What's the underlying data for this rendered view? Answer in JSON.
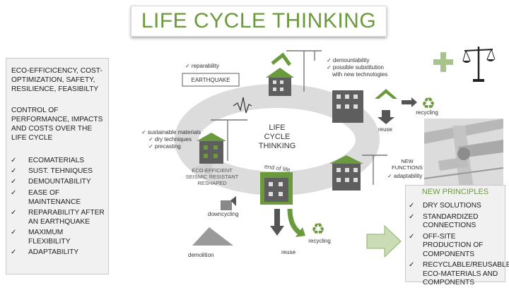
{
  "title": "LIFE CYCLE THINKING",
  "left_panel": {
    "heading1": "ECO-EFFICICENCY, COST-OPTIMIZATION, SAFETY, RESILIENCE, FEASIBILTY",
    "heading2": "CONTROL OF PERFORMANCE, IMPACTS AND COSTS OVER THE LIFE CYCLE",
    "check_symbol": "✓",
    "items": [
      "ECOMATERIALS",
      "SUST. TEHNIQUES",
      "DEMOUNTABILITY",
      "EASE OF MAINTENANCE",
      "REPARABILITY AFTER AN EARTHQUAKE",
      "MAXIMUM FLEXIBILITY",
      "ADAPTABILITY"
    ]
  },
  "diagram": {
    "center_line1": "LIFE",
    "center_line2": "CYCLE",
    "center_line3": "THINKING",
    "end_of_life": "end of life",
    "reparability": "✓ reparability",
    "earthquake": "EARTHQUAKE",
    "demountability1": "✓ demountability",
    "demountability2": "✓ possible substitution",
    "demountability3": "with new technologies",
    "recycling_top": "recycling",
    "reuse_top": "reuse",
    "sustainable1": "✓ sustainable materials",
    "sustainable2": "✓ dry techniques",
    "sustainable3": "✓ precasting",
    "eco_efficient1": "ECO-EFFICIENT",
    "eco_efficient2": "SEISMIC RESISTANT",
    "eco_efficient3": "RESHAPED",
    "new_functions1": "NEW",
    "new_functions2": "FUNCTIONS",
    "adaptability": "✓ adaptability",
    "downcycling": "downcycling",
    "demolition": "demolition",
    "recycling_bottom": "recycling",
    "reuse_bottom": "reuse",
    "recycle_symbol": "♻",
    "colors": {
      "green": "#6a9a3c",
      "grey": "#6d6d6d",
      "ring": "#d9d9d9"
    }
  },
  "right_panel": {
    "title": "NEW PRINCIPLES",
    "check_symbol": "✓",
    "items": [
      "DRY SOLUTIONS",
      "STANDARDIZED CONNECTIONS",
      "OFF-SITE PRODUCTION OF COMPONENTS",
      "RECYCLABLE/REUSABLE ECO-MATERIALS AND COMPONENTS"
    ]
  },
  "icons": [
    "plus-icon",
    "scales-icon",
    "arrow-right-icon",
    "recycle-icon",
    "crane-icon",
    "building-icon"
  ]
}
